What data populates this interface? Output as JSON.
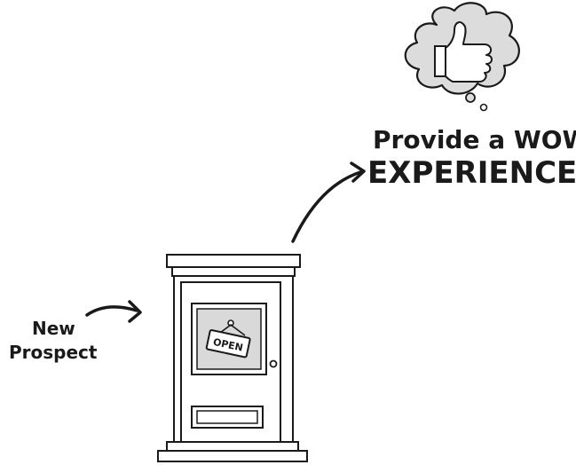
{
  "labels": {
    "new_prospect_line1": "New",
    "new_prospect_line2": "Prospect",
    "wow_line1": "Provide a WOW!",
    "wow_line2": "EXPERIENCE",
    "door_sign": "OPEN"
  },
  "icons": {
    "thought_bubble": "thought-bubble-icon",
    "thumbs_up": "thumbs-up-icon"
  },
  "colors": {
    "ink": "#1a1a1a",
    "door_glass": "#d9d9d9",
    "bubble_fill": "#dcdcdc"
  }
}
